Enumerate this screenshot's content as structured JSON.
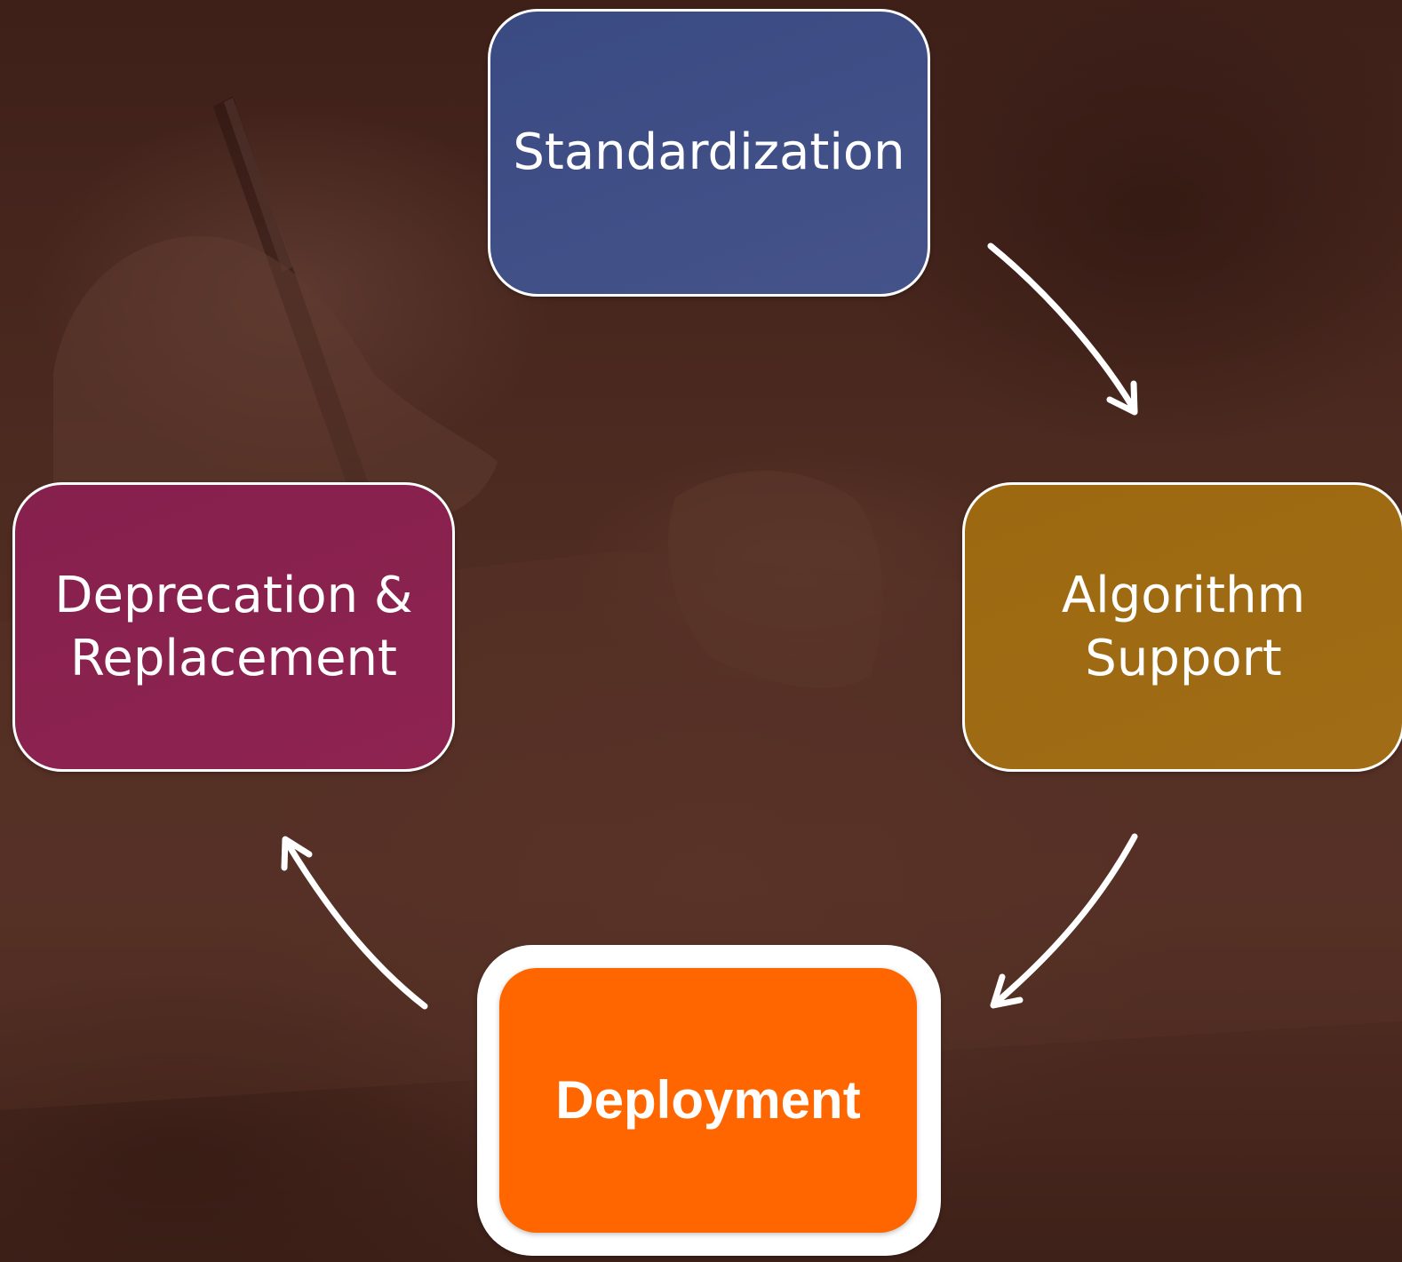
{
  "diagram": {
    "nodes": [
      {
        "id": "standardization",
        "label_lines": [
          "Standardization"
        ],
        "color": "#3e4d85"
      },
      {
        "id": "algorithm-support",
        "label_lines": [
          "Algorithm",
          "Support"
        ],
        "color": "#9e6a12"
      },
      {
        "id": "deployment",
        "label_lines": [
          "Deployment"
        ],
        "color": "#ff6600",
        "highlighted": true
      },
      {
        "id": "deprecation-replacement",
        "label_lines": [
          "Deprecation &",
          "Replacement"
        ],
        "color": "#8a214f"
      }
    ],
    "edges": [
      {
        "from": "standardization",
        "to": "algorithm-support"
      },
      {
        "from": "algorithm-support",
        "to": "deployment"
      },
      {
        "from": "deployment",
        "to": "deprecation-replacement"
      }
    ],
    "arrow_color": "#ffffff"
  }
}
